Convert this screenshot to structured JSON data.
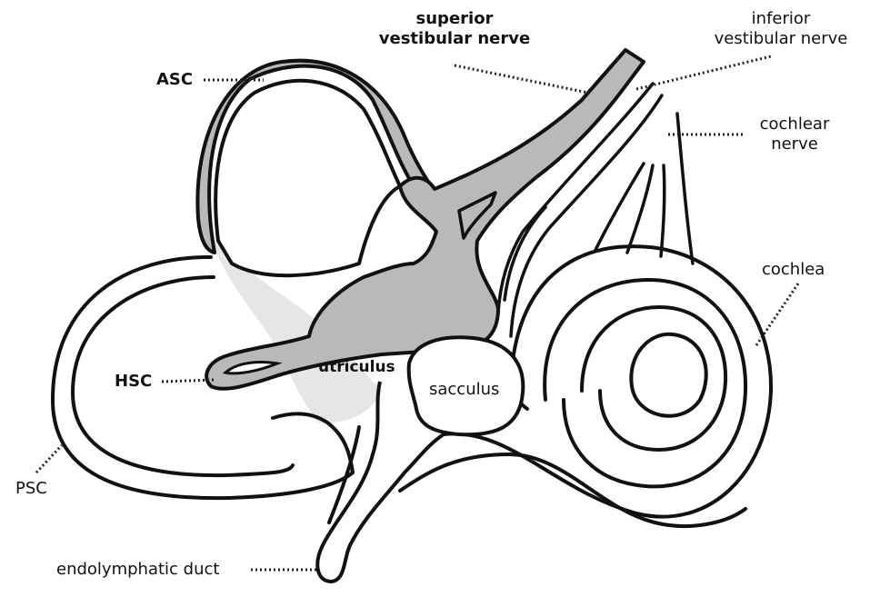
{
  "labels": {
    "sup_nerve_1": "superior",
    "sup_nerve_2": "vestibular nerve",
    "inf_nerve_1": "inferior",
    "inf_nerve_2": "vestibular nerve",
    "cochlear_1": "cochlear",
    "cochlear_2": "nerve",
    "cochlea": "cochlea",
    "asc": "ASC",
    "hsc": "HSC",
    "psc": "PSC",
    "utriculus": "utriculus",
    "sacculus": "sacculus",
    "endolymphatic_duct": "endolymphatic duct"
  },
  "colors": {
    "membranous_fill": "#b9b9b9",
    "outline": "#111111",
    "background": "#ffffff"
  }
}
